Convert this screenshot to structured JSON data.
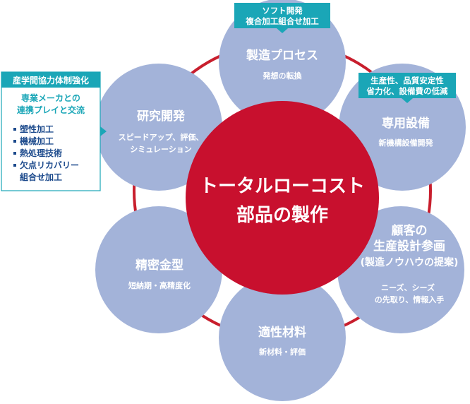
{
  "center": {
    "line1": "トータルローコスト",
    "line2": "部品の製作"
  },
  "nodes": {
    "process": {
      "title": "製造プロセス",
      "sub": "発想の転換",
      "tag": {
        "line1": "ソフト開発",
        "line2": "複合加工組合せ加工"
      }
    },
    "equipment": {
      "title": "専用設備",
      "sub": "新機構設備開発",
      "tag": {
        "line1": "生産性、品質安定性",
        "line2": "省力化、設備費の低減"
      }
    },
    "customer": {
      "title1": "顧客の",
      "title2": "生産設計参画",
      "title3": "(製造ノウハウの提案)",
      "sub1": "ニーズ、シーズ",
      "sub2": "の先取り、情報入手"
    },
    "material": {
      "title": "適性材料",
      "sub": "新材料・評価"
    },
    "mold": {
      "title": "精密金型",
      "sub": "短納期・高精度化"
    },
    "research": {
      "title": "研究開発",
      "sub1": "スピードアップ、評価、",
      "sub2": "シミュレーション"
    }
  },
  "side_box": {
    "header": "産学間協力体制強化",
    "lead1": "専業メーカとの",
    "lead2": "連携プレイと交流",
    "items": [
      "塑性加工",
      "機械加工",
      "熱処理技術",
      "欠点リカバリー"
    ],
    "item_cont": "組合せ加工"
  }
}
